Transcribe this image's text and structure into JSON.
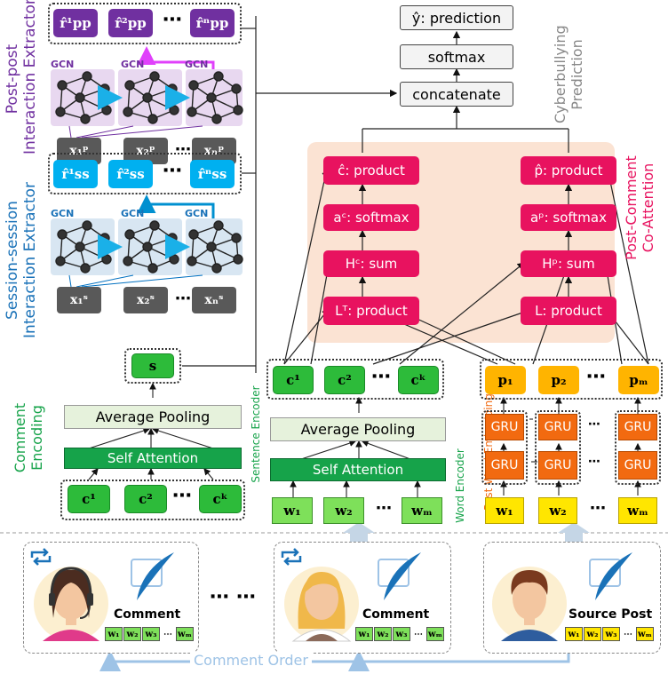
{
  "prediction": {
    "output": "ŷ: prediction",
    "softmax": "softmax",
    "concatenate": "concatenate",
    "label": "Cyberbullying\nPrediction"
  },
  "coattention": {
    "label": "Post-Comment\nCo-Attention",
    "left": [
      "ĉ: product",
      "aᶜ: softmax",
      "Hᶜ: sum",
      "Lᵀ: product"
    ],
    "right": [
      "p̂: product",
      "aᵖ: softmax",
      "Hᵖ: sum",
      "L: product"
    ]
  },
  "post_post": {
    "label": "Post-post\nInteraction Extractor",
    "outputs": [
      "r̂¹pp",
      "r̂²pp",
      "r̂ⁿpp"
    ],
    "inputs": [
      "x₁ᵖ",
      "x₂ᵖ",
      "xₙᵖ"
    ],
    "gcn": "GCN"
  },
  "session": {
    "label": "Session-session\nInteraction Extractor",
    "outputs": [
      "r̂¹ss",
      "r̂²ss",
      "r̂ⁿss"
    ],
    "inputs": [
      "x₁ˢ",
      "x₂ˢ",
      "xₙˢ"
    ],
    "gcn": "GCN"
  },
  "comment_encoding": {
    "label": "Comment\nEncoding",
    "s": "s",
    "pool": "Average Pooling",
    "attn": "Self Attention",
    "inputs": [
      "c¹",
      "c²",
      "cᵏ"
    ]
  },
  "sentence_encoder": {
    "label": "Sentence Encoder",
    "outputs": [
      "c¹",
      "c²",
      "cᵏ"
    ],
    "pool": "Average Pooling",
    "attn": "Self Attention"
  },
  "word_encoder": {
    "label": "Word Encoder",
    "inputs": [
      "w₁",
      "w₂",
      "wₘ"
    ]
  },
  "post_embedding": {
    "label": "Post Word Embedding",
    "outputs": [
      "p₁",
      "p₂",
      "pₘ"
    ],
    "gru": "GRU",
    "inputs": [
      "w₁",
      "w₂",
      "wₘ"
    ]
  },
  "bottom": {
    "comment_label": "Comment",
    "source_label": "Source Post",
    "order": "Comment Order",
    "words": [
      "w₁",
      "w₂",
      "w₃",
      "wₘ"
    ]
  },
  "ellipsis": "⋯",
  "colors": {
    "purple": "#7030a0",
    "blue": "#00b0f0",
    "pink": "#e8125f",
    "green": "#2dbb3a",
    "orange": "#ffb400"
  }
}
